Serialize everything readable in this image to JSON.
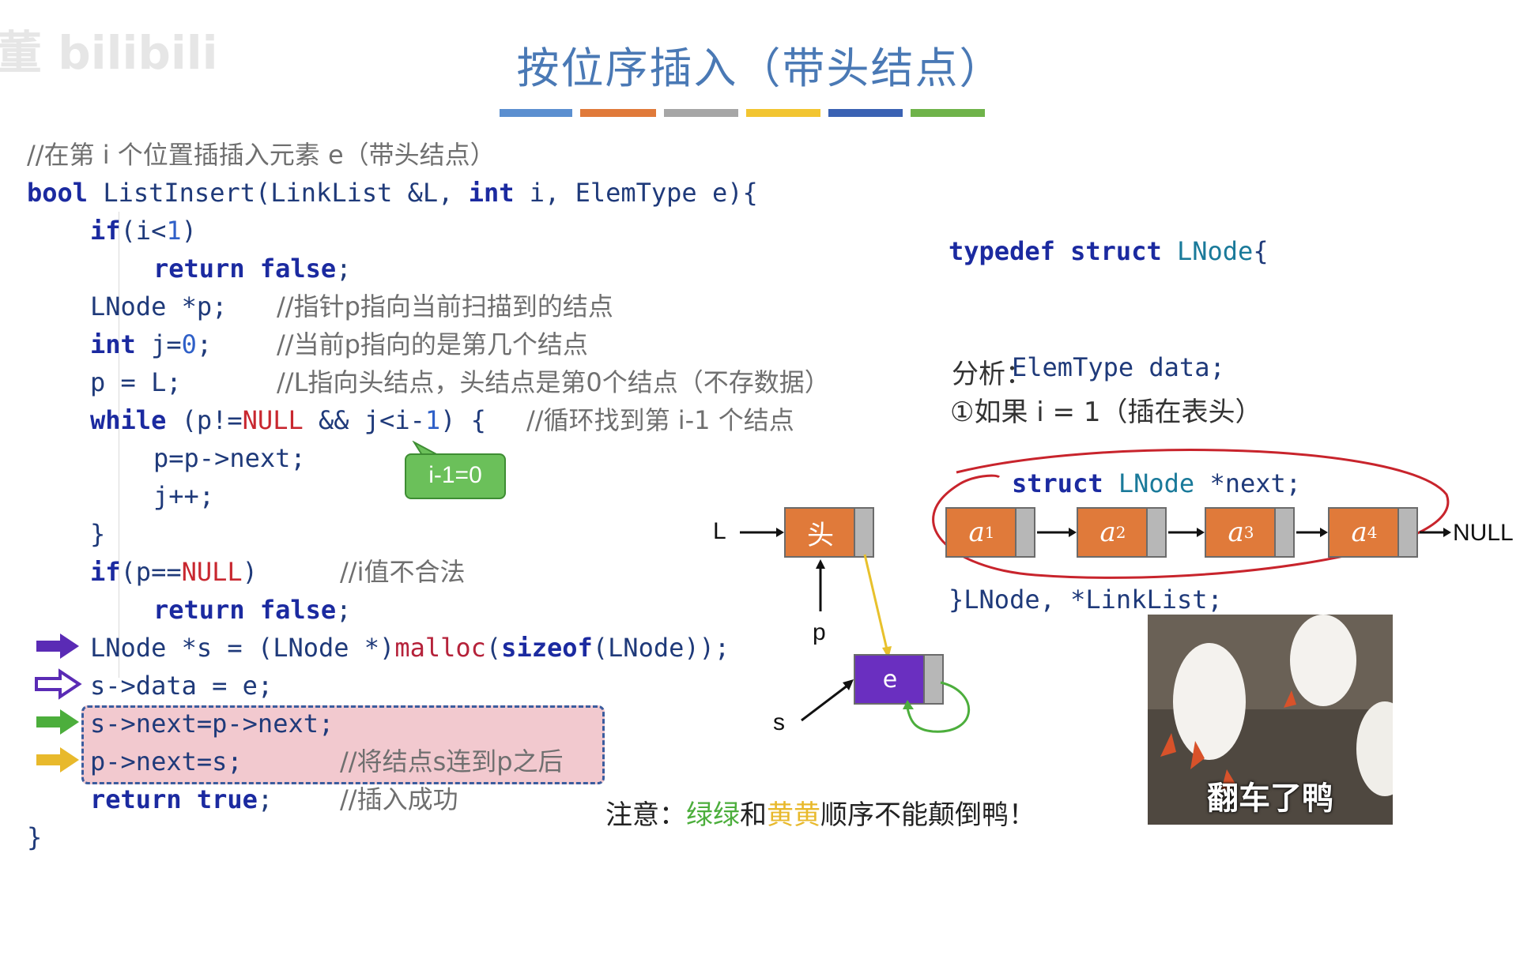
{
  "watermark": "董 bilibili",
  "title": "按位序插入（带头结点）",
  "title_bar_colors": [
    "#5b8fd0",
    "#e07a3a",
    "#a6a6a6",
    "#f2c531",
    "#3a62b3",
    "#6fb34a"
  ],
  "code": {
    "line0_comment": "//在第 i 个位置插插入元素 e（带头结点）",
    "line1_kw": "bool",
    "line1_text": " ListInsert(",
    "line1_type": "LinkList",
    "line1_text2": " &L, ",
    "line1_kw2": "int",
    "line1_text3": " i, ElemType e){",
    "line2_kw": "if",
    "line2_text": "(i<",
    "line2_num": "1",
    "line2_end": ")",
    "line3_kw": "return false",
    "line3_end": ";",
    "line4_text": "LNode *p;",
    "line4_comment": "//指针p指向当前扫描到的结点",
    "line5_kw": "int",
    "line5_text": " j=",
    "line5_num": "0",
    "line5_end": ";",
    "line5_comment": "//当前p指向的是第几个结点",
    "line6_text": "p = L;",
    "line6_comment": "//L指向头结点，头结点是第0个结点（不存数据）",
    "line7_kw": "while",
    "line7_text": " (p!=",
    "line7_null": "NULL",
    "line7_text2": " && j<i-",
    "line7_num": "1",
    "line7_end": ") {",
    "line7_comment": "//循环找到第 i-1 个结点",
    "line8_text": "p=p->next;",
    "line9_text": "j++;",
    "line10_text": "}",
    "line11_kw": "if",
    "line11_text": "(p==",
    "line11_null": "NULL",
    "line11_end": ")",
    "line11_comment": "//i值不合法",
    "line12_kw": "return false",
    "line12_end": ";",
    "line13_text": "LNode *s = (LNode *)",
    "line13_fn": "malloc",
    "line13_text2": "(",
    "line13_kw": "sizeof",
    "line13_end": "(LNode));",
    "line14_text": "s->data = e;",
    "line15_text": "s->next=p->next;",
    "line16_text": "p->next=s;",
    "line16_comment": "//将结点s连到p之后",
    "line17_kw": "return true",
    "line17_end": ";",
    "line17_comment": "//插入成功",
    "line18_text": "}"
  },
  "bubble": "i-1=0",
  "struct": {
    "l1_kw": "typedef struct",
    "l1_type": " LNode",
    "l1_end": "{",
    "l2": "ElemType data;",
    "l3_kw": "struct",
    "l3_type": " LNode",
    "l3_end": " *next;",
    "l4": "}LNode, *LinkList;"
  },
  "analysis": {
    "heading": "分析：",
    "case1": "①如果 i = 1（插在表头）"
  },
  "diagram": {
    "L": "L",
    "head": "头",
    "p": "p",
    "s": "s",
    "e": "e",
    "null": "NULL",
    "nodes": [
      "a",
      "a",
      "a",
      "a"
    ],
    "subs": [
      "1",
      "2",
      "3",
      "4"
    ]
  },
  "note": {
    "prefix": "注意：",
    "green": "绿绿",
    "mid": "和",
    "yellow": "黄黄",
    "suffix": "顺序不能颠倒鸭！"
  },
  "photo_caption": "翻车了鸭",
  "colors": {
    "arrow_purple": "#5a2bb5",
    "arrow_green": "#4cae3c",
    "arrow_yellow": "#e8b92c",
    "node_orange": "#e07a3a",
    "node_purple": "#6a2fc0"
  }
}
